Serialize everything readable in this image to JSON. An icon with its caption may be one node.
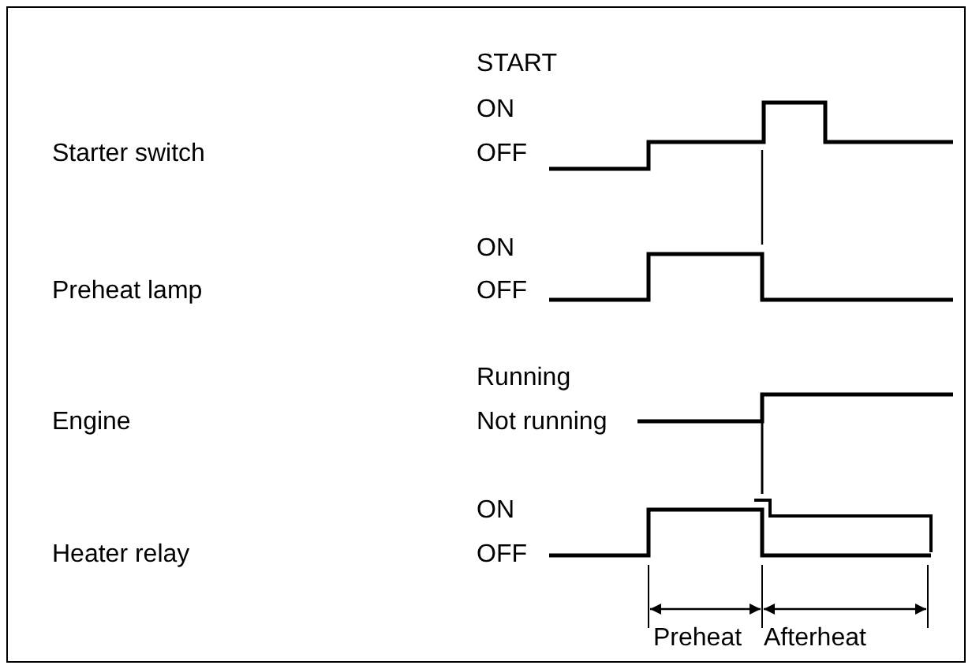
{
  "diagram": {
    "labels": [
      "START",
      "ON",
      "Starter switch",
      "OFF",
      "ON",
      "Preheat lamp",
      "OFF",
      "Running",
      "Engine",
      "Not running",
      "ON",
      "Heater relay",
      "OFF",
      "Preheat",
      "Afterheat"
    ]
  }
}
